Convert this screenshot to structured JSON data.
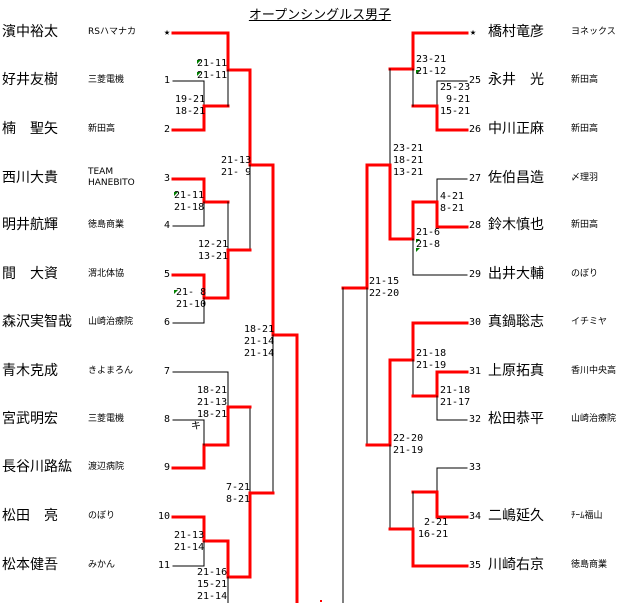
{
  "title": "オープンシングルス男子",
  "left": {
    "players": [
      {
        "seed": "★",
        "name": "濱中裕太",
        "team": "RSハマナカ"
      },
      {
        "seed": "1",
        "name": "好井友樹",
        "team": "三菱電機"
      },
      {
        "seed": "2",
        "name": "楠　聖矢",
        "team": "新田高"
      },
      {
        "seed": "3",
        "name": "西川大貴",
        "team": "TEAM\nHANEBITO"
      },
      {
        "seed": "4",
        "name": "明井航輝",
        "team": "徳島商業"
      },
      {
        "seed": "5",
        "name": "間　大資",
        "team": "渭北体協"
      },
      {
        "seed": "6",
        "name": "森沢実智哉",
        "team": "山崎治療院"
      },
      {
        "seed": "7",
        "name": "青木克成",
        "team": "きよまろん"
      },
      {
        "seed": "8",
        "name": "宮武明宏",
        "team": "三菱電機"
      },
      {
        "seed": "9",
        "name": "長谷川路紘",
        "team": "渡辺病院"
      },
      {
        "seed": "10",
        "name": "松田　亮",
        "team": "のぼり"
      },
      {
        "seed": "11",
        "name": "松本健吾",
        "team": "みかん"
      }
    ],
    "scores": [
      [
        "21-11",
        "21-11"
      ],
      [
        "19-21",
        "18-21"
      ],
      [
        "21-13",
        "21- 9"
      ],
      [
        "21-11",
        "21-18"
      ],
      [
        "12-21",
        "13-21"
      ],
      [
        "21- 8",
        "21-10"
      ],
      [
        "18-21",
        "21-14",
        "21-14"
      ],
      [
        "18-21",
        "21-13",
        "18-21"
      ],
      [
        "7-21",
        "8-21"
      ],
      [
        "21-13",
        "21-14"
      ],
      [
        "21-16",
        "15-21",
        "21-14"
      ]
    ],
    "mark": "キ"
  },
  "right": {
    "players": [
      {
        "seed": "★",
        "name": "橋村竜彦",
        "team": "ヨネックス"
      },
      {
        "seed": "25",
        "name": "永井　光",
        "team": "新田高"
      },
      {
        "seed": "26",
        "name": "中川正麻",
        "team": "新田高"
      },
      {
        "seed": "27",
        "name": "佐伯昌造",
        "team": "〆理羽"
      },
      {
        "seed": "28",
        "name": "鈴木慎也",
        "team": "新田高"
      },
      {
        "seed": "29",
        "name": "出井大輔",
        "team": "のぼり"
      },
      {
        "seed": "30",
        "name": "真鍋聡志",
        "team": "イチミヤ"
      },
      {
        "seed": "31",
        "name": "上原拓真",
        "team": "香川中央高"
      },
      {
        "seed": "32",
        "name": "松田恭平",
        "team": "山崎治療院"
      },
      {
        "seed": "33",
        "name": "",
        "team": ""
      },
      {
        "seed": "34",
        "name": "二嶋延久",
        "team": "ﾁｰﾑ福山"
      },
      {
        "seed": "35",
        "name": "川崎右京",
        "team": "徳島商業"
      }
    ],
    "scores": [
      [
        "23-21",
        "21-12"
      ],
      [
        "25-23",
        " 9-21",
        "15-21"
      ],
      [
        "23-21",
        "18-21",
        "13-21"
      ],
      [
        "4-21",
        "8-21"
      ],
      [
        "21-6",
        "21-8"
      ],
      [
        "21-15",
        "22-20"
      ],
      [
        "21-18",
        "21-19"
      ],
      [
        "21-18",
        "21-17"
      ],
      [
        "22-20",
        "21-19"
      ],
      [
        " 2-21",
        "16-21"
      ]
    ]
  },
  "colors": {
    "win_line": "#ff0000",
    "line": "#000000",
    "flag": "#008000"
  }
}
